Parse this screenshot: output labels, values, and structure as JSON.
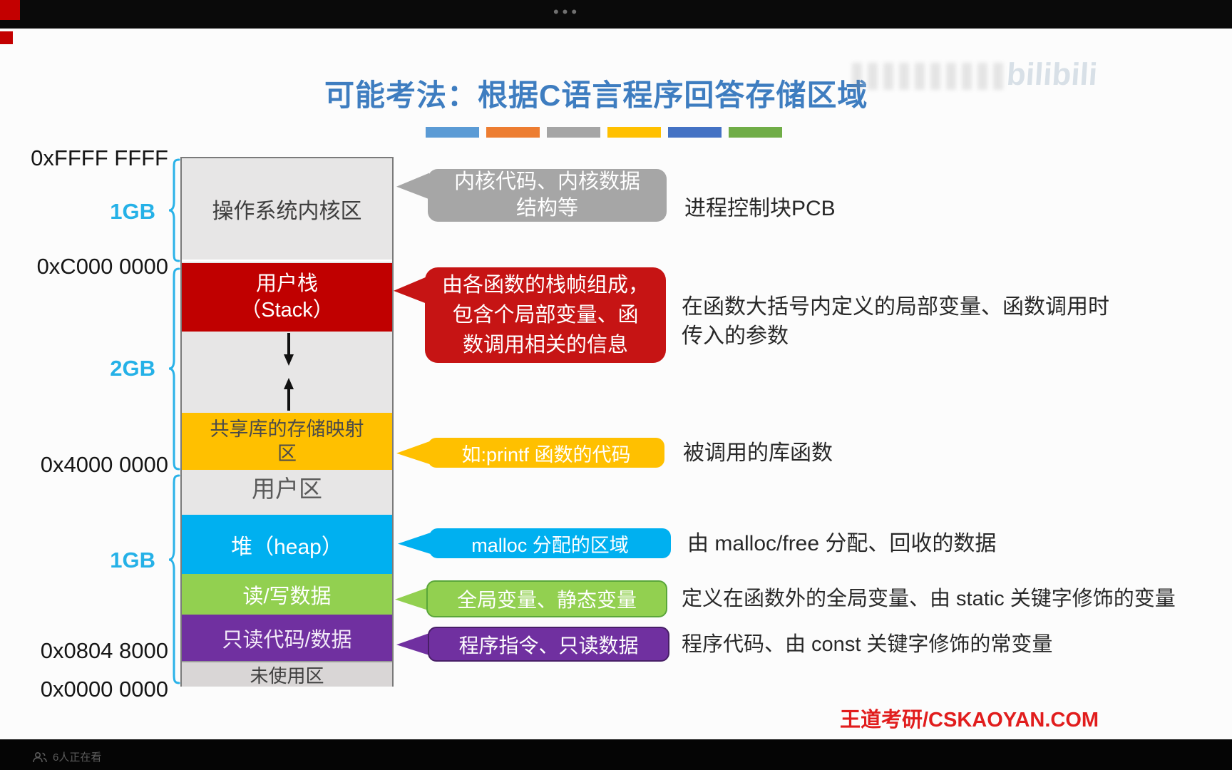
{
  "player": {
    "top_dots": "•••",
    "viewers_label": "6人正在看"
  },
  "slide": {
    "title": "可能考法：根据C语言程序回答存储区域",
    "title_color": "#3e7dc0",
    "accent_bar_colors": [
      "#5b9bd5",
      "#ed7d31",
      "#a5a5a5",
      "#ffc000",
      "#4472c4",
      "#70ad47"
    ],
    "watermark": "bilibili",
    "brand": "王道考研/CSKAOYAN.COM",
    "brand_color": "#e11d1d"
  },
  "memory_map": {
    "addresses": [
      "0xFFFF FFFF",
      "0xC000 0000",
      "0x4000 0000",
      "0x0804 8000",
      "0x0000 0000"
    ],
    "size_labels": [
      "1GB",
      "2GB",
      "1GB"
    ],
    "size_label_color": "#25b1e7",
    "blocks": {
      "kernel": {
        "label": "操作系统内核区",
        "bg": "#e7e6e6",
        "text_color": "#3f3f3f"
      },
      "stack": {
        "label": "用户栈\n（Stack）",
        "bg": "#c00000",
        "text_color": "#ffffff"
      },
      "shared_lib": {
        "label": "共享库的存储映射\n区",
        "bg": "#ffc000",
        "text_color": "#4a4a4a"
      },
      "user_area": {
        "label": "用户区",
        "text_color": "#5a5a5a"
      },
      "heap": {
        "label": "堆（heap）",
        "bg": "#00b0f0",
        "text_color": "#ffffff"
      },
      "rw_data": {
        "label": "读/写数据",
        "bg": "#92d050",
        "text_color": "#ffffff"
      },
      "ro_code": {
        "label": "只读代码/数据",
        "bg": "#7030a0",
        "text_color": "#f3eaf8"
      },
      "unused": {
        "label": "未使用区",
        "bg": "#d9d6d6",
        "text_color": "#3f3f3f"
      }
    }
  },
  "callouts": [
    {
      "bubble": "内核代码、内核数据\n结构等",
      "bubble_bg": "#a6a6a6",
      "desc": "进程控制块PCB"
    },
    {
      "bubble": "由各函数的栈帧组成，\n包含个局部变量、函\n数调用相关的信息",
      "bubble_bg": "#c61414",
      "desc": "在函数大括号内定义的局部变量、函数调用时\n传入的参数"
    },
    {
      "bubble": "如:printf 函数的代码",
      "bubble_bg": "#ffc000",
      "desc": "被调用的库函数"
    },
    {
      "bubble": "malloc 分配的区域",
      "bubble_bg": "#00b0f0",
      "desc": "由 malloc/free 分配、回收的数据"
    },
    {
      "bubble": "全局变量、静态变量",
      "bubble_bg": "#92d050",
      "desc": "定义在函数外的全局变量、由 static 关键字修饰的变量"
    },
    {
      "bubble": "程序指令、只读数据",
      "bubble_bg": "#7030a0",
      "desc": "程序代码、由 const 关键字修饰的常变量"
    }
  ]
}
